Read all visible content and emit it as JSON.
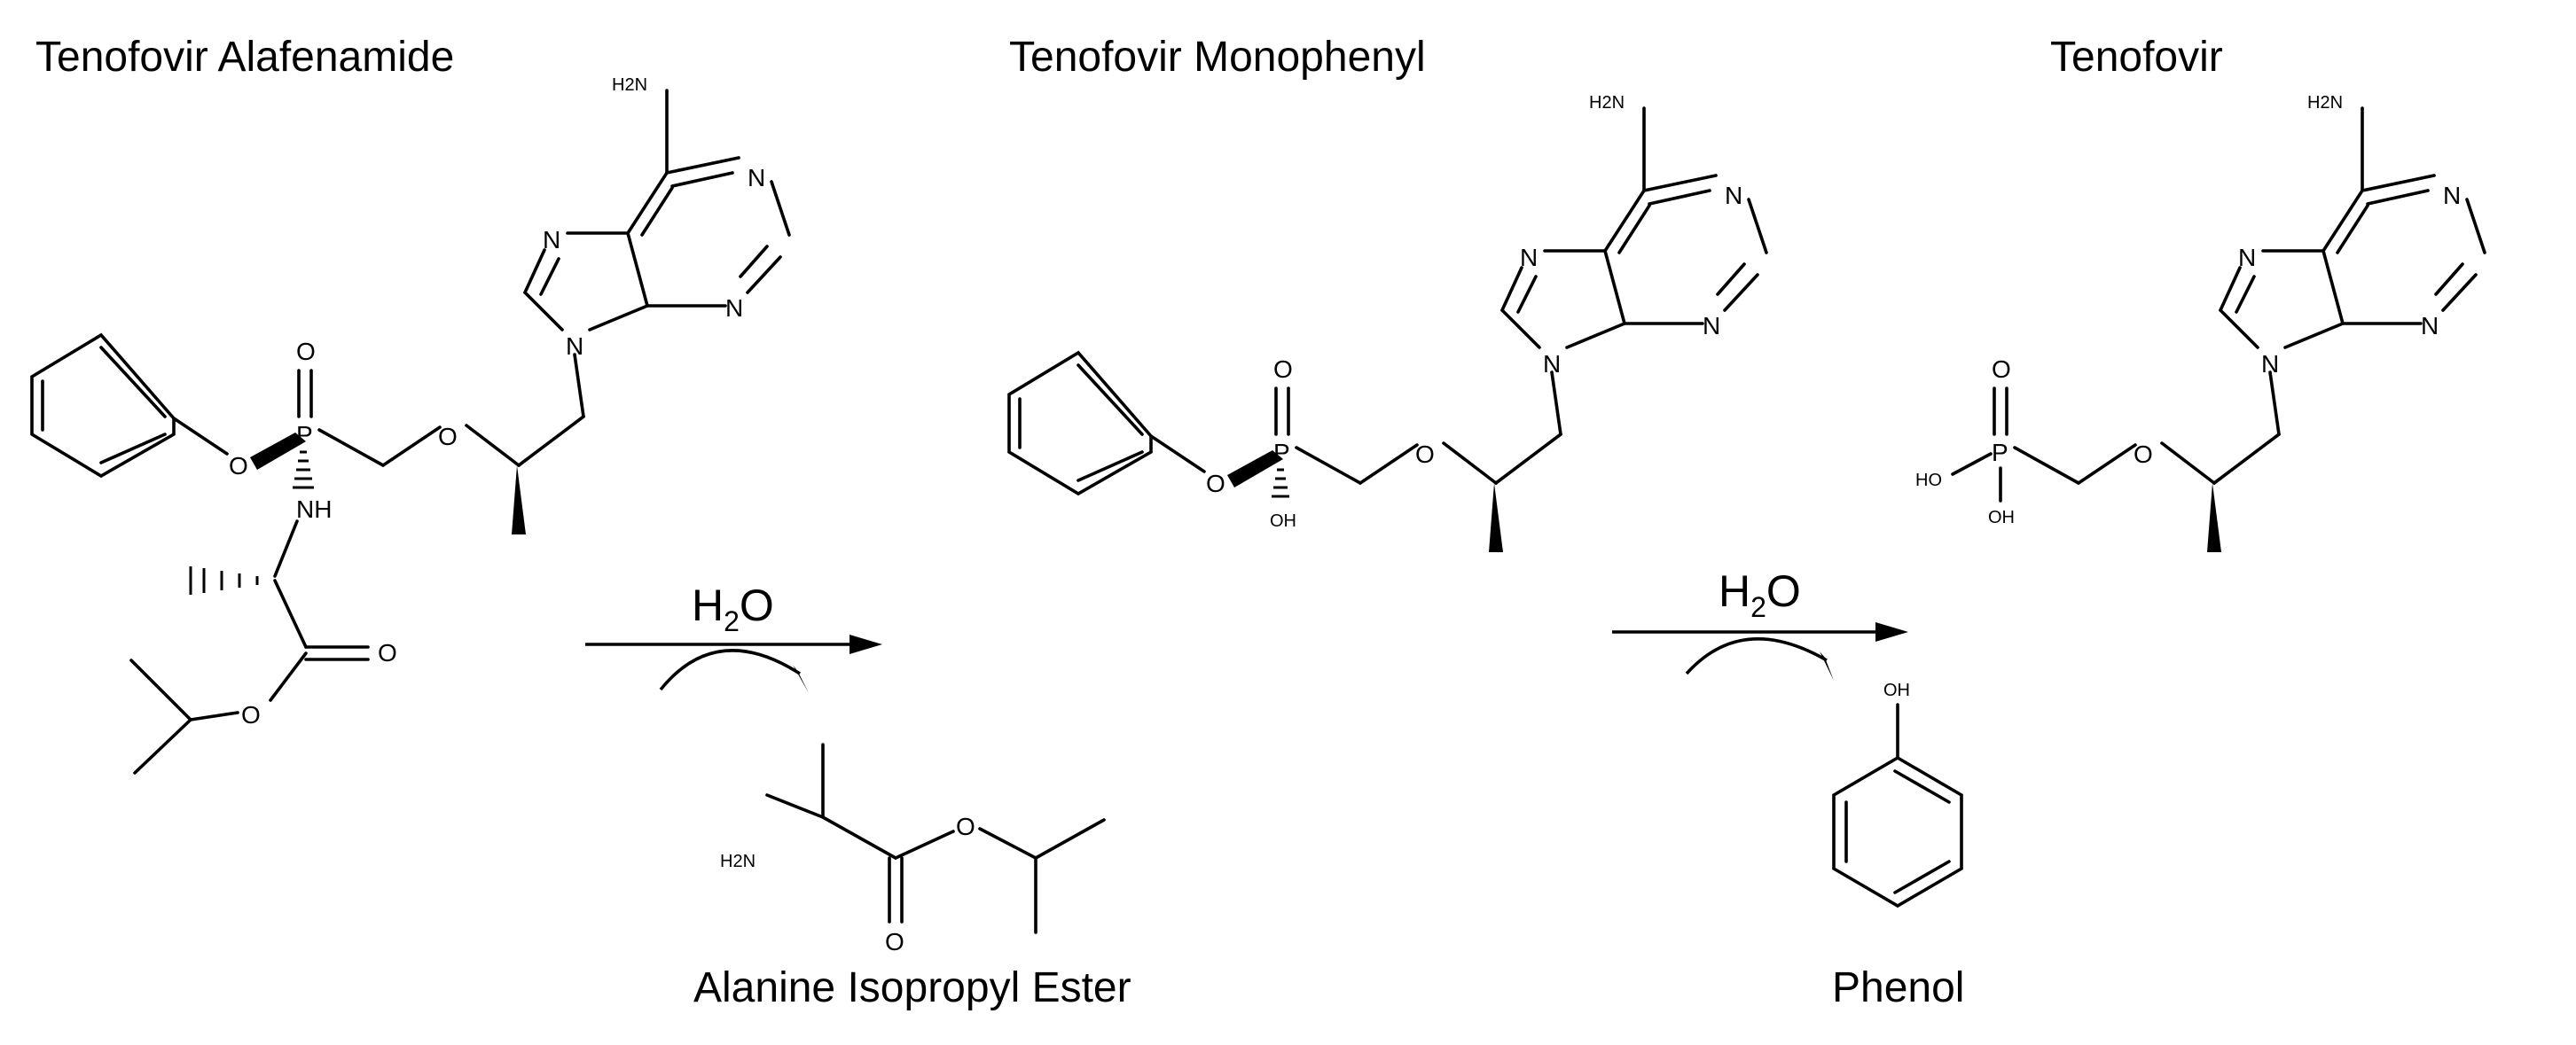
{
  "compounds": {
    "taf": {
      "name": "Tenofovir Alafenamide",
      "atoms": {
        "nh2": "H2N",
        "n1": "N",
        "n3": "N",
        "n7": "N",
        "n9": "N",
        "p": "P",
        "o_double": "O",
        "o_ether": "O",
        "o_phenoxy": "O",
        "nh": "NH",
        "o_carbonyl": "O",
        "o_ester": "O"
      }
    },
    "tmp": {
      "name": "Tenofovir Monophenyl",
      "atoms": {
        "nh2": "H2N",
        "n1": "N",
        "n3": "N",
        "n7": "N",
        "n9": "N",
        "p": "P",
        "o_double": "O",
        "o_ether": "O",
        "o_phenoxy": "O",
        "oh": "OH"
      }
    },
    "tfv": {
      "name": "Tenofovir",
      "atoms": {
        "nh2": "H2N",
        "n1": "N",
        "n3": "N",
        "n7": "N",
        "n9": "N",
        "p": "P",
        "o_double": "O",
        "o_ether": "O",
        "ho": "HO",
        "oh": "OH"
      }
    },
    "ale": {
      "name": "Alanine Isopropyl Ester",
      "atoms": {
        "nh2": "H2N",
        "o_ester": "O",
        "o_carbonyl": "O"
      }
    },
    "phenol": {
      "name": "Phenol",
      "atoms": {
        "oh": "OH"
      }
    }
  },
  "reactions": [
    {
      "reagent": "H",
      "reagent_sub": "2",
      "reagent_tail": "O"
    },
    {
      "reagent": "H",
      "reagent_sub": "2",
      "reagent_tail": "O"
    }
  ]
}
